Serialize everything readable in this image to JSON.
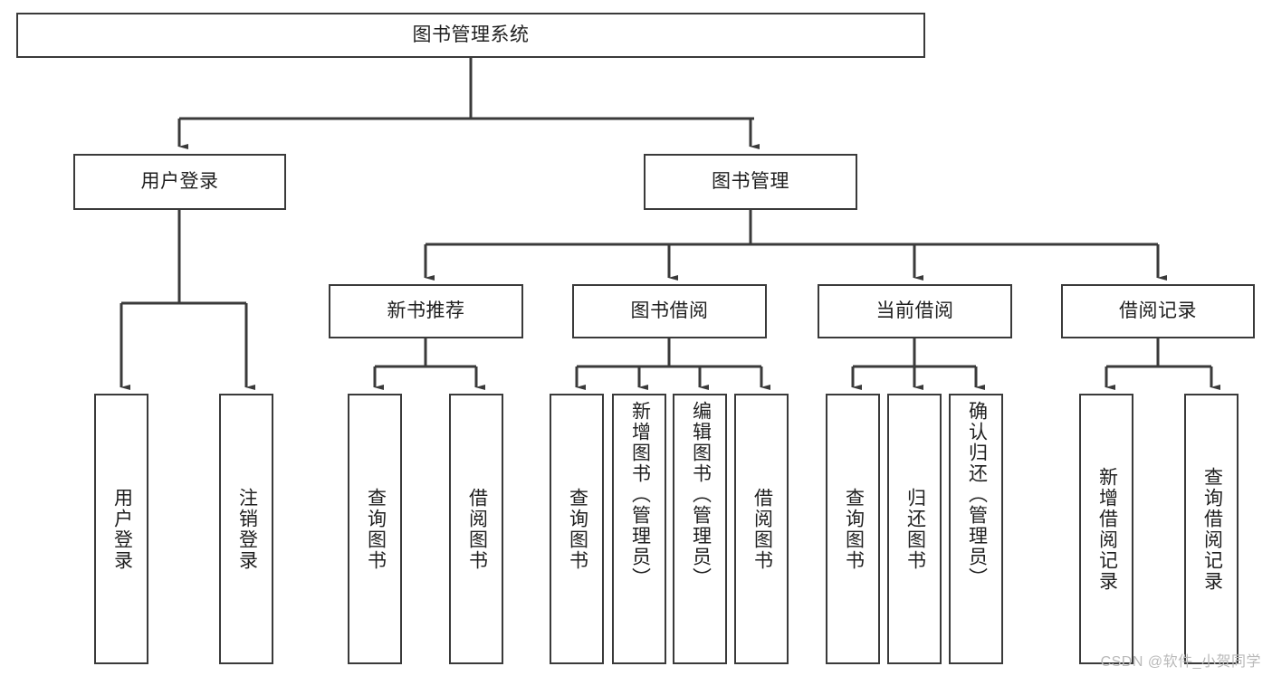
{
  "diagram": {
    "type": "hierarchy-tree",
    "title_node": {
      "id": "root",
      "label": "图书管理系统"
    },
    "level1": [
      {
        "id": "user-login",
        "label": "用户登录"
      },
      {
        "id": "book-management",
        "label": "图书管理"
      }
    ],
    "level2": [
      {
        "id": "new-book-recommend",
        "label": "新书推荐",
        "parent": "book-management"
      },
      {
        "id": "book-borrow",
        "label": "图书借阅",
        "parent": "book-management"
      },
      {
        "id": "current-borrow",
        "label": "当前借阅",
        "parent": "book-management"
      },
      {
        "id": "borrow-record",
        "label": "借阅记录",
        "parent": "book-management"
      }
    ],
    "leaves": {
      "user_login": [
        {
          "id": "leaf-user-login",
          "label": "用户登录"
        },
        {
          "id": "leaf-logout",
          "label": "注销登录"
        }
      ],
      "new_book_recommend": [
        {
          "id": "leaf-query-book-1",
          "label": "查询图书"
        },
        {
          "id": "leaf-borrow-book-1",
          "label": "借阅图书"
        }
      ],
      "book_borrow": [
        {
          "id": "leaf-query-book-2",
          "label": "查询图书"
        },
        {
          "id": "leaf-add-book",
          "label": "新增图书（管理员）"
        },
        {
          "id": "leaf-edit-book",
          "label": "编辑图书（管理员）"
        },
        {
          "id": "leaf-borrow-book-2",
          "label": "借阅图书"
        }
      ],
      "current_borrow": [
        {
          "id": "leaf-query-book-3",
          "label": "查询图书"
        },
        {
          "id": "leaf-return-book",
          "label": "归还图书"
        },
        {
          "id": "leaf-confirm-return",
          "label": "确认归还（管理员）"
        }
      ],
      "borrow_record": [
        {
          "id": "leaf-add-record",
          "label": "新增借阅记录"
        },
        {
          "id": "leaf-query-record",
          "label": "查询借阅记录"
        }
      ]
    },
    "watermark": "CSDN @软件_小贺同学",
    "colors": {
      "stroke": "#3a3a3a",
      "box_fill": "#ffffff",
      "text": "#1f1f1f",
      "background": "#ffffff",
      "watermark": "#b9b9b9"
    }
  }
}
